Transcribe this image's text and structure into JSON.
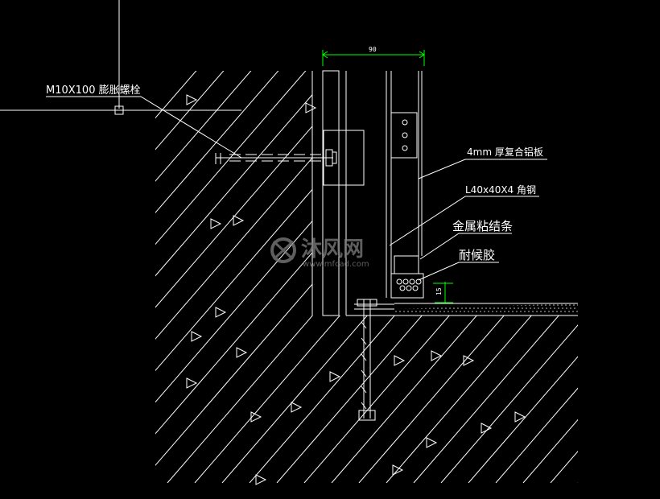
{
  "dimensions": {
    "width_value": "90",
    "gap_value": "15"
  },
  "labels": {
    "anchor_bolt": "M10X100 膨胀螺栓",
    "aluminum_panel": "4mm 厚复合铝板",
    "angle_steel": "L40x40X4 角钢",
    "metal_strip": "金属粘结条",
    "sealant": "耐候胶"
  },
  "watermark": {
    "name": "沐风网",
    "url": "www.mfcad.com"
  },
  "colors": {
    "background": "#000000",
    "lines": "#ffffff",
    "dimension": "#00ff00",
    "watermark": "#7f7f7f"
  }
}
